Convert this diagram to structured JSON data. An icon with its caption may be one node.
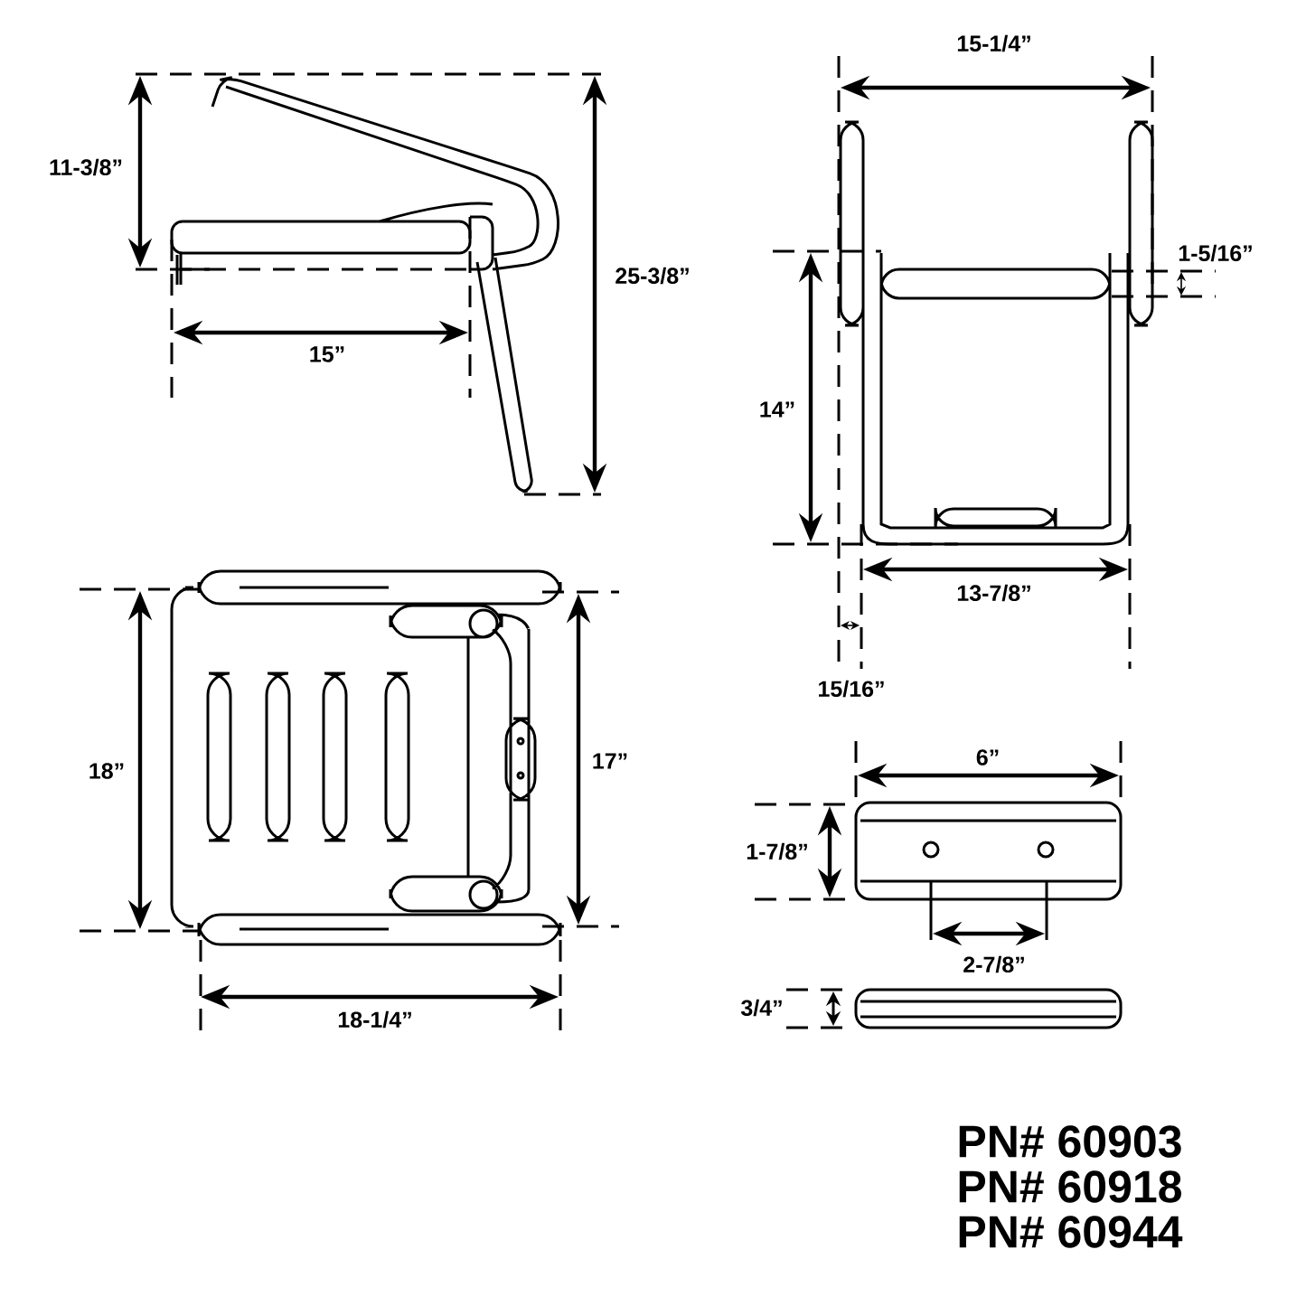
{
  "diagram": {
    "labels": [
      "11-3/8”",
      "15-1/4”",
      "25-3/8”",
      "1-5/16”",
      "15”",
      "14”",
      "13-7/8”",
      "15/16”",
      "18”",
      "17”",
      "6”",
      "1-7/8”",
      "2-7/8”",
      "3/4”",
      "18-1/4”",
      "PN# 60903",
      "PN# 60918",
      "PN# 60944"
    ]
  }
}
